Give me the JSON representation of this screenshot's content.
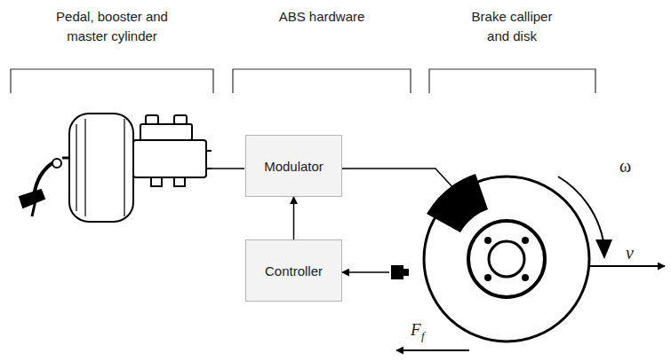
{
  "diagram": {
    "nodes": [
      {
        "text": [
          "Modulator"
        ]
      },
      {
        "text": [
          "Controller"
        ]
      }
    ],
    "edges": [
      {
        "from": 1,
        "to": 0,
        "arrow": "to"
      }
    ],
    "labels": [
      "Pedal, booster and master cylinder",
      "ABS hardware",
      "Brake calliper and disk",
      "ω",
      "v",
      "F",
      "f"
    ]
  }
}
